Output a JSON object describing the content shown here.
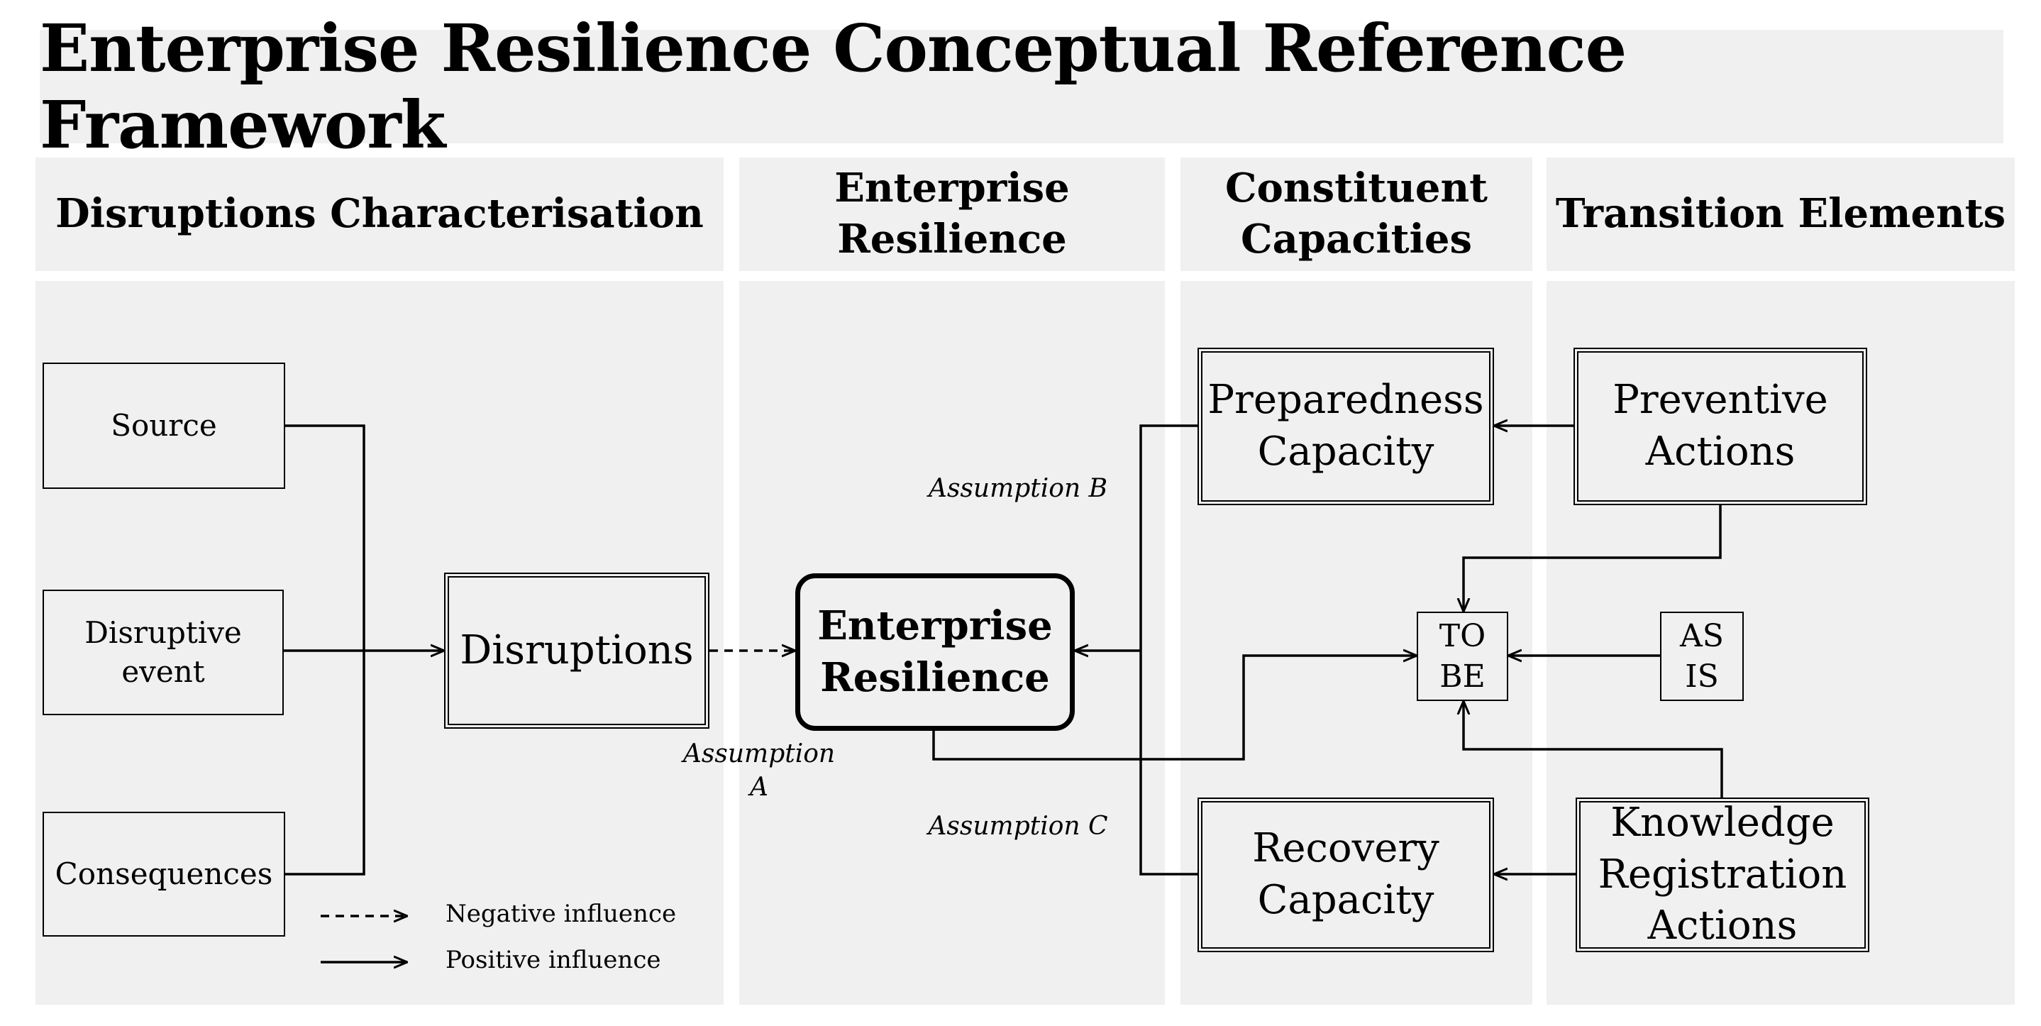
{
  "title": "Enterprise Resilience Conceptual Reference Framework",
  "columns": {
    "disruptions": "Disruptions Characterisation",
    "resilience": "Enterprise Resilience",
    "capacities": "Constituent Capacities",
    "transition": "Transition Elements"
  },
  "nodes": {
    "source": "Source",
    "disruptive_event": "Disruptive event",
    "consequences": "Consequences",
    "disruptions": "Disruptions",
    "enterprise_resilience": "Enterprise Resilience",
    "preparedness": "Preparedness Capacity",
    "recovery": "Recovery Capacity",
    "to_be": "TO BE",
    "as_is": "AS IS",
    "preventive": "Preventive Actions",
    "knowledge": "Knowledge Registration Actions"
  },
  "assumptions": {
    "a": "Assumption A",
    "b": "Assumption B",
    "c": "Assumption C"
  },
  "legend": {
    "negative": "Negative influence",
    "positive": "Positive influence"
  }
}
